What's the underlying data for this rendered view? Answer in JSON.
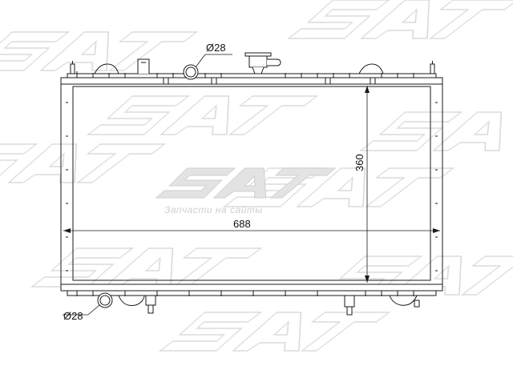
{
  "watermark": {
    "brand": "SAT",
    "slogan": "Запчасти на сайты",
    "color": "#d4d4d4"
  },
  "dimensions": {
    "top_port": "Ø28",
    "bottom_port": "Ø28",
    "width": "688",
    "height": "360"
  },
  "colors": {
    "line": "#1a1a1a",
    "background": "#ffffff"
  }
}
